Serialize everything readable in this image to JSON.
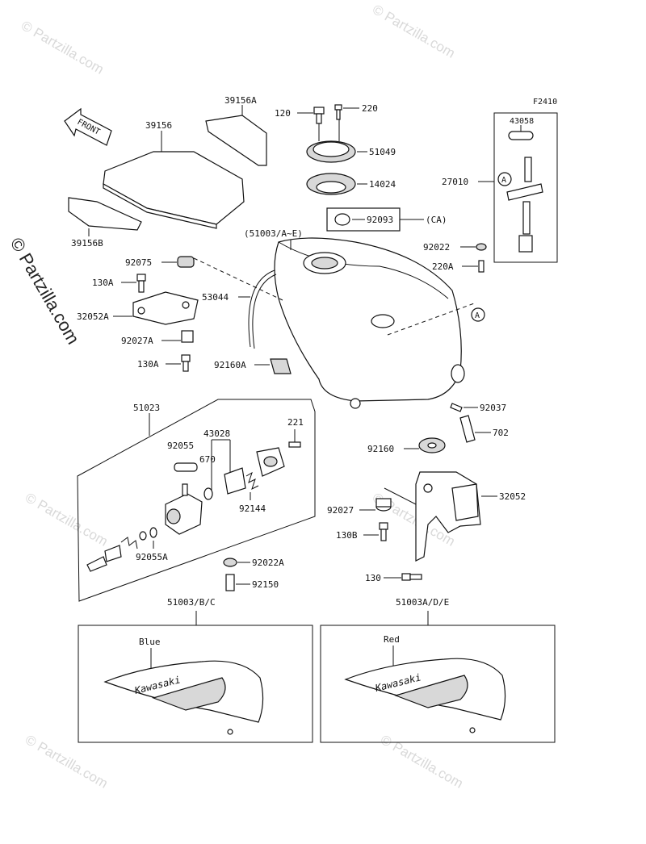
{
  "diagram": {
    "figure_code": "F2410",
    "front_label": "FRONT",
    "watermark": "© Partzilla.com",
    "side_watermark": "© Partzilla.com",
    "parts": {
      "p39156": "39156",
      "p39156A": "39156A",
      "p39156B": "39156B",
      "p120": "120",
      "p220": "220",
      "p51049": "51049",
      "p14024": "14024",
      "p92093": "92093",
      "pCA": "(CA)",
      "p43058": "43058",
      "p27010": "27010",
      "p92022": "92022",
      "p220A": "220A",
      "p51003all": "(51003/A~E)",
      "p92075": "92075",
      "p130A_1": "130A",
      "p32052A": "32052A",
      "p53044": "53044",
      "p92027A": "92027A",
      "p130A_2": "130A",
      "p92160A": "92160A",
      "p51023": "51023",
      "p43028": "43028",
      "p221": "221",
      "p92055": "92055",
      "p670": "670",
      "p92144": "92144",
      "p92055A": "92055A",
      "p92022A": "92022A",
      "p92150": "92150",
      "p92037": "92037",
      "p702": "702",
      "p92160": "92160",
      "p32052": "32052",
      "p92027": "92027",
      "p130B": "130B",
      "p130": "130",
      "p51003BC": "51003/B/C",
      "p51003ADE": "51003A/D/E",
      "ref_A": "A"
    },
    "decals": {
      "left_color": "Blue",
      "right_color": "Red",
      "brand": "Kawasaki"
    }
  }
}
